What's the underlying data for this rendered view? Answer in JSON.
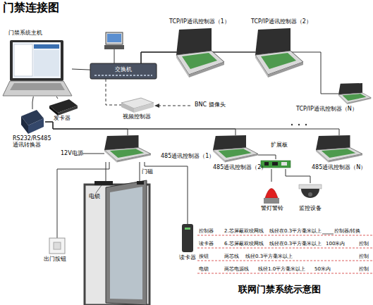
{
  "diagram": {
    "title": "门禁连接图",
    "caption": "联网门禁系统示意图",
    "nodes": [
      {
        "text": [
          "门禁系统主机"
        ]
      },
      {
        "text": [
          "交换机"
        ]
      },
      {
        "text": [
          "TCP/IP通讯控制器（1）"
        ]
      },
      {
        "text": [
          "TCP/IP通讯控制器（2）"
        ]
      },
      {
        "text": [
          "TCP/IP通讯控制器（N）"
        ]
      },
      {
        "text": [
          "发卡器"
        ]
      },
      {
        "text": [
          "视频控制器"
        ]
      },
      {
        "text": [
          "RS232/RS485 通讯转换器"
        ]
      },
      {
        "text": [
          "485通讯控制器（1）"
        ]
      },
      {
        "text": [
          "485通讯控制器（2）"
        ]
      },
      {
        "text": [
          "扩展板"
        ]
      },
      {
        "text": [
          "485通讯控制器（N）"
        ]
      },
      {
        "text": [
          "警灯警铃"
        ]
      },
      {
        "text": [
          "监控设备"
        ]
      },
      {
        "text": [
          "出门按钮"
        ]
      },
      {
        "text": [
          "读卡器"
        ]
      }
    ],
    "edges": [
      {
        "from": 0,
        "to": 1,
        "arrow": "none"
      },
      {
        "from": 1,
        "to": 2,
        "arrow": "none"
      },
      {
        "from": 1,
        "to": 3,
        "arrow": "none"
      },
      {
        "from": 1,
        "to": 4,
        "arrow": "none"
      },
      {
        "from": 0,
        "to": 5,
        "arrow": "none"
      },
      {
        "from": 0,
        "to": 7,
        "arrow": "none"
      },
      {
        "from": 1,
        "to": 6,
        "arrow": "none"
      },
      {
        "from": 7,
        "to": 8,
        "arrow": "none"
      },
      {
        "from": 7,
        "to": 9,
        "arrow": "none"
      },
      {
        "from": 7,
        "to": 11,
        "arrow": "none"
      },
      {
        "from": 9,
        "to": 10,
        "arrow": "none"
      },
      {
        "from": 10,
        "to": 12,
        "arrow": "none"
      },
      {
        "from": 10,
        "to": 13,
        "arrow": "none"
      },
      {
        "from": 8,
        "to": 14,
        "arrow": "none"
      },
      {
        "from": 8,
        "to": 15,
        "arrow": "none"
      }
    ],
    "labels": [
      "BNC 摄像头",
      "12V电源",
      "门磁",
      "电锁",
      "控制器",
      "2.芯屏蔽双绞网线",
      "线径在0.3平方毫米以上",
      "控制器/转换",
      "读卡器",
      "6.芯屏蔽双绞网线",
      "线径在0.3平方毫米以上",
      "100米内",
      "控制",
      "按钮",
      "两芯线",
      "线径0.3平方毫米以上",
      "控制",
      "电锁",
      "两芯电源线",
      "线径1.0平方毫米以上",
      "50米内",
      "控制"
    ]
  }
}
